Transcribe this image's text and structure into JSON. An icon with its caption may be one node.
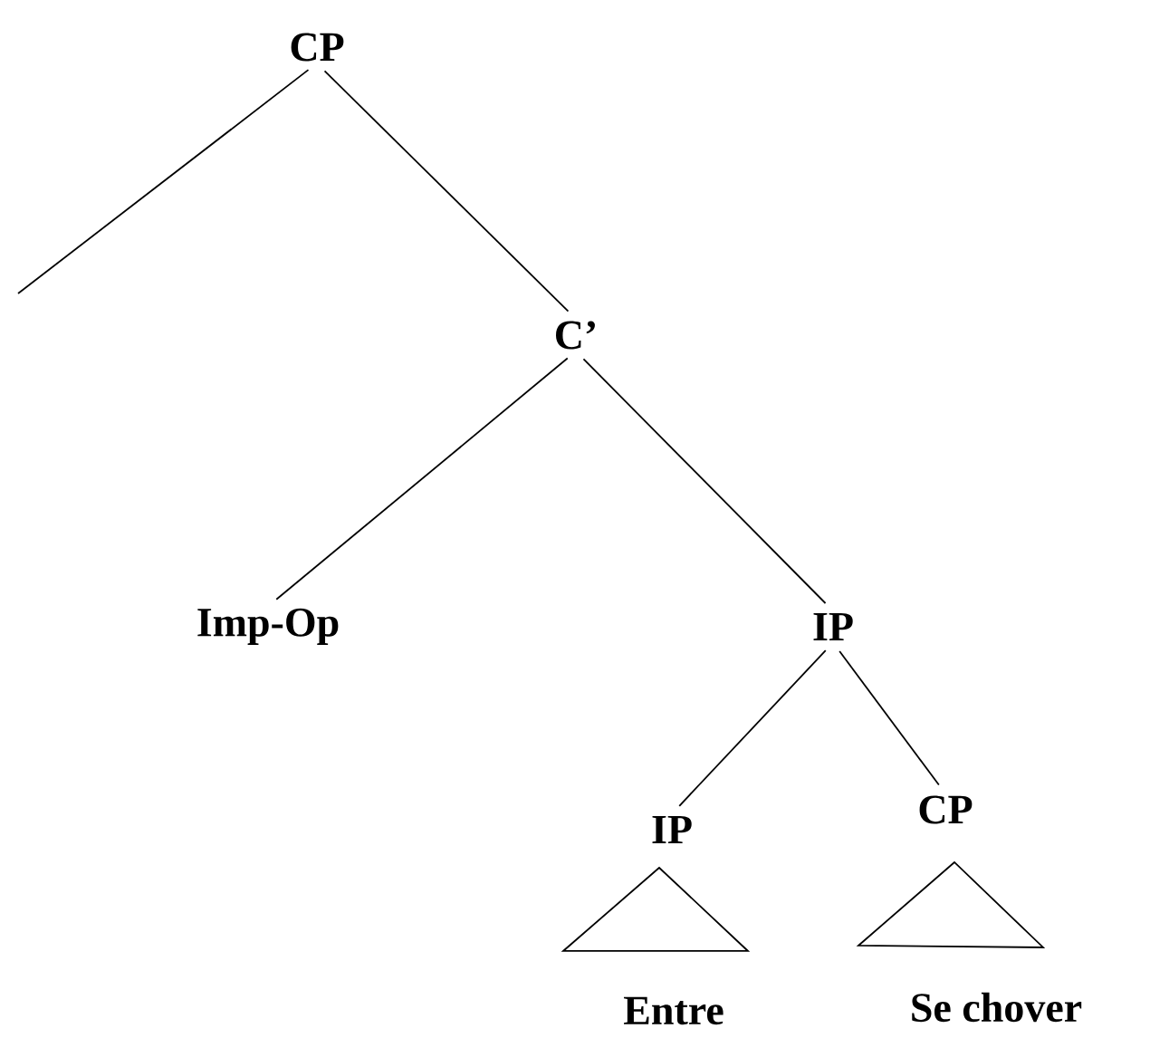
{
  "diagram": {
    "nodes": [
      {
        "text": [
          "CP"
        ]
      },
      {
        "text": [
          "C’"
        ]
      },
      {
        "text": [
          "Imp-Op"
        ]
      },
      {
        "text": [
          "IP"
        ]
      },
      {
        "text": [
          "IP"
        ]
      },
      {
        "text": [
          "CP"
        ]
      },
      {
        "text": [
          "Entre"
        ]
      },
      {
        "text": [
          "Se chover"
        ]
      }
    ],
    "edges": [
      {
        "from": 0,
        "to": null,
        "arrow": "none"
      },
      {
        "from": 0,
        "to": 1,
        "arrow": "none"
      },
      {
        "from": 1,
        "to": 2,
        "arrow": "none"
      },
      {
        "from": 1,
        "to": 3,
        "arrow": "none"
      },
      {
        "from": 3,
        "to": 4,
        "arrow": "none"
      },
      {
        "from": 3,
        "to": 5,
        "arrow": "none"
      }
    ]
  }
}
